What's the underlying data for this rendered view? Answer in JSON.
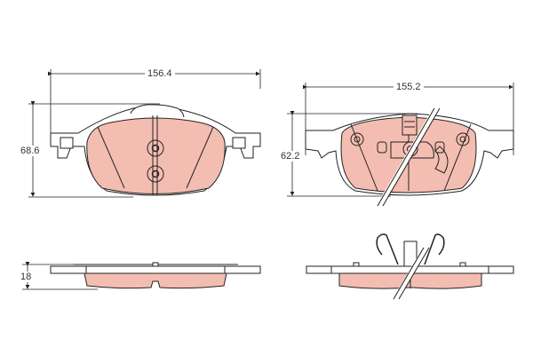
{
  "diagram": {
    "type": "technical-drawing",
    "subject": "brake pad set",
    "colors": {
      "pad_material": "#f4bdb2",
      "outline": "#222222",
      "background": "#ffffff"
    },
    "views": [
      {
        "id": "front-left",
        "description": "outer pad front view",
        "dimensions": {
          "width": "156.4",
          "height": "68.6"
        }
      },
      {
        "id": "front-right",
        "description": "inner pad front view with clip",
        "dimensions": {
          "width": "155.2",
          "height": "62.2"
        }
      },
      {
        "id": "side-left",
        "description": "outer pad side view",
        "dimensions": {
          "thickness": "18"
        }
      },
      {
        "id": "side-right",
        "description": "inner pad side view with spring clip"
      }
    ]
  }
}
